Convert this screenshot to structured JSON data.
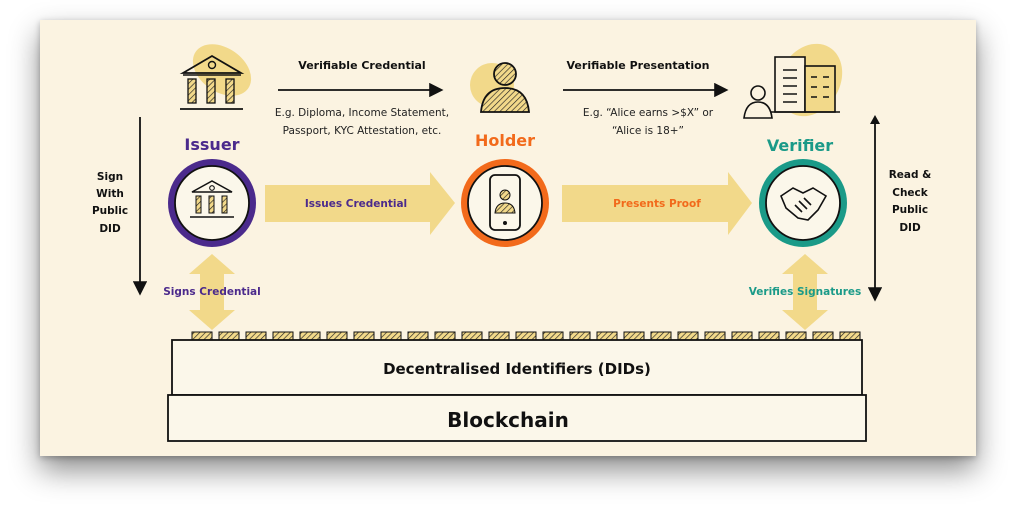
{
  "top_flow": {
    "credential_label": "Verifiable Credential",
    "credential_example_1": "E.g. Diploma, Income Statement,",
    "credential_example_2": "Passport, KYC Attestation, etc.",
    "presentation_label": "Verifiable Presentation",
    "presentation_example_1": "E.g. “Alice earns >$X” or",
    "presentation_example_2": "“Alice is 18+”"
  },
  "actors": {
    "issuer": "Issuer",
    "holder": "Holder",
    "verifier": "Verifier"
  },
  "arrows": {
    "issues": "Issues Credential",
    "presents": "Presents Proof",
    "signs": "Signs Credential",
    "verifies": "Verifies Signatures"
  },
  "side_labels": {
    "left": [
      "Sign",
      "With",
      "Public",
      "DID"
    ],
    "right": [
      "Read &",
      "Check",
      "Public",
      "DID"
    ]
  },
  "layers": {
    "dids": "Decentralised Identifiers (DIDs)",
    "blockchain": "Blockchain"
  },
  "colors": {
    "background": "#fbf3e1",
    "highlight": "#f2d98a",
    "issuer": "#4b2a8c",
    "holder": "#f26a1b",
    "verifier": "#1a9a88"
  }
}
